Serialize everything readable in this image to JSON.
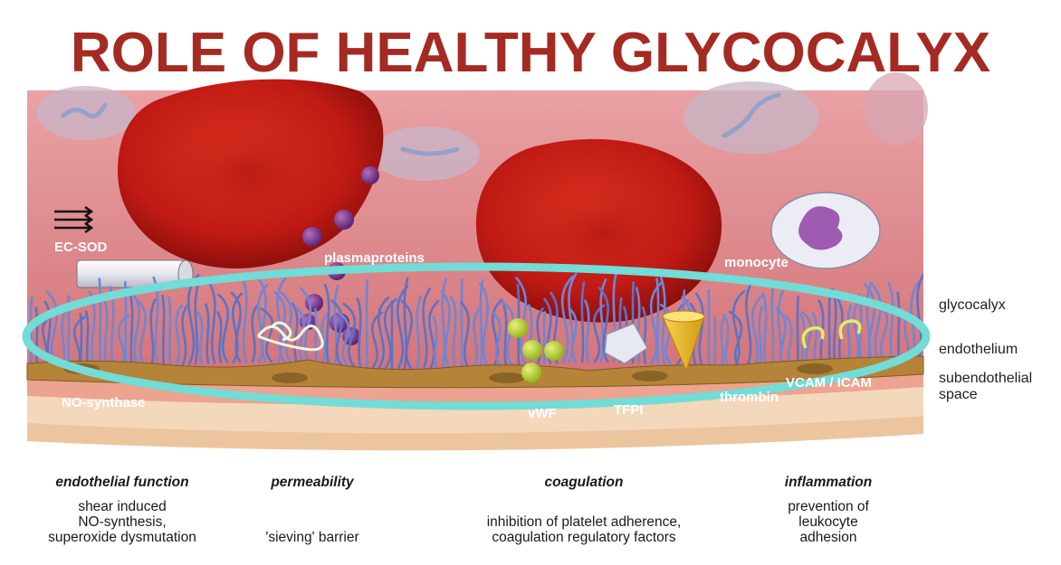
{
  "title": "ROLE OF HEALTHY GLYCOCALYX",
  "inner_labels": {
    "ec_sod": "EC-SOD",
    "plasmaproteins": "plasmaproteins",
    "monocyte": "monocyte",
    "no_synthase": "NO-synthase",
    "vwf": "vWF",
    "tfpi": "TFPI",
    "thrombin": "thrombin",
    "vcam_icam": "VCAM / ICAM"
  },
  "side_labels": {
    "glycocalyx": "glycocalyx",
    "endothelium": "endothelium",
    "subendothelial_space": "subendothelial\nspace"
  },
  "captions": [
    {
      "title": "endothelial function",
      "body": "shear induced\nNO-synthesis,\nsuperoxide dysmutation"
    },
    {
      "title": "permeability",
      "body": "\n\n'sieving' barrier"
    },
    {
      "title": "coagulation",
      "body": "\ninhibition of platelet adherence,\ncoagulation regulatory factors"
    },
    {
      "title": "inflammation",
      "body": "prevention of\nleukocyte\nadhesion"
    }
  ],
  "colors": {
    "title": "#a52a22",
    "highlight_ellipse": "#72dcd6",
    "glycocalyx_fibers": "#5a73c8",
    "red_cell": "#c81e17"
  }
}
